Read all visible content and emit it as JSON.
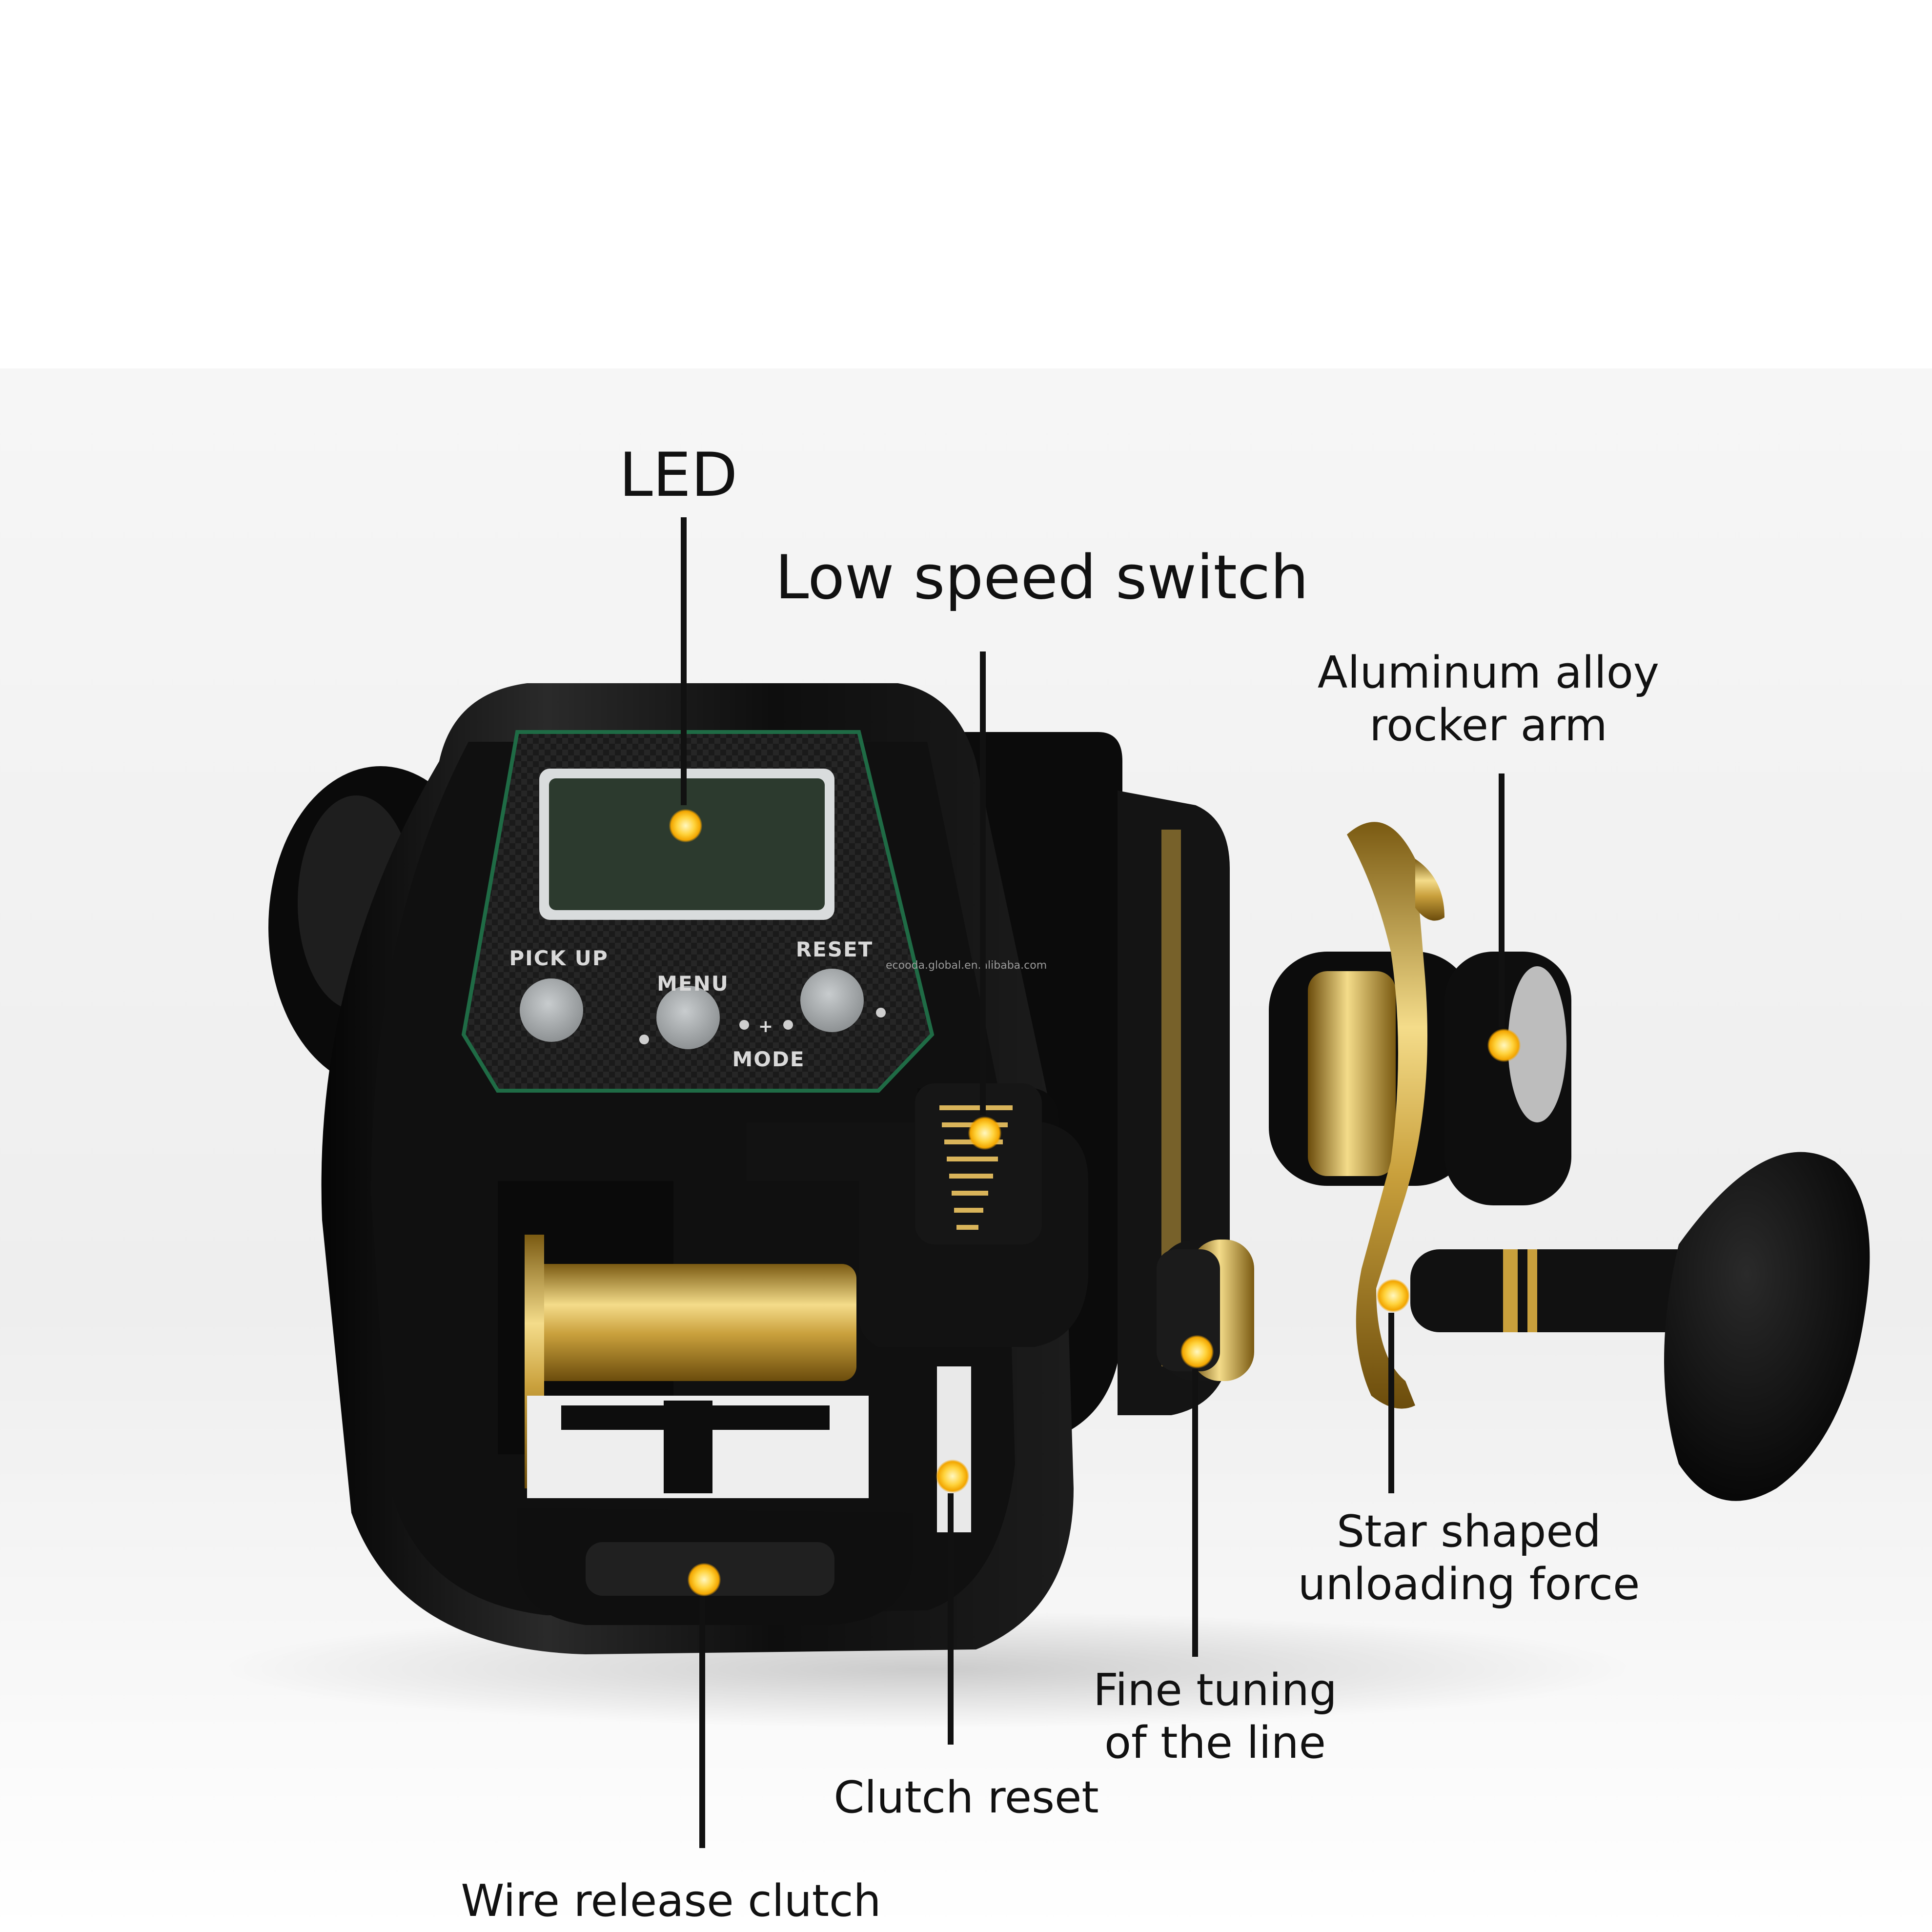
{
  "panel": {
    "pickup": "PICK UP",
    "reset": "RESET",
    "menu": "MENU",
    "plus": "+",
    "mode": "MODE"
  },
  "watermark": "ecooda.global.en.alibaba.com",
  "callouts": {
    "led": "LED",
    "low_speed_switch": "Low speed switch",
    "rocker_arm_line1": "Aluminum alloy",
    "rocker_arm_line2": "rocker arm",
    "star_drag_line1": "Star shaped",
    "star_drag_line2": "unloading force",
    "fine_tuning_line1": "Fine tuning",
    "fine_tuning_line2": "of the line",
    "clutch_reset": "Clutch reset",
    "wire_release_clutch": "Wire release clutch"
  },
  "colors": {
    "marker": "#f2a500",
    "gold": "#c9a03c",
    "reel_body": "#0d0d0d",
    "led_screen": "#2c3a2e"
  }
}
